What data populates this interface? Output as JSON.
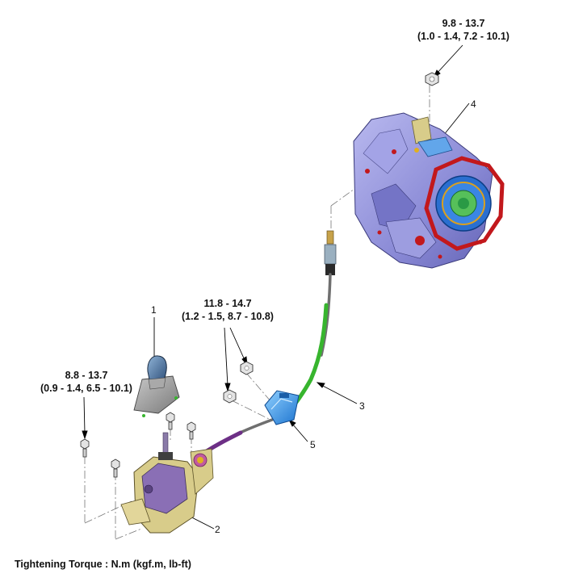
{
  "torque_specs": [
    {
      "id": "top",
      "value": "9.8 - 13.7",
      "alt": "(1.0 - 1.4, 7.2 - 10.1)"
    },
    {
      "id": "middle",
      "value": "11.8 - 14.7",
      "alt": "(1.2 - 1.5, 8.7 - 10.8)"
    },
    {
      "id": "left",
      "value": "8.8 - 13.7",
      "alt": "(0.9 - 1.4, 6.5 - 10.1)"
    }
  ],
  "callouts": [
    "1",
    "2",
    "3",
    "4",
    "5"
  ],
  "footer": "Tightening Torque : N.m (kgf.m, lb-ft)",
  "colors": {
    "transaxle_body": "#8f8fd8",
    "housing_flange": "#c2181c",
    "torque_converter": "#2a6fd0",
    "shift_cable": "#37b52e",
    "cable_sleeve": "#6d2f86",
    "cable_bracket": "#3a8ee0",
    "lever_knob": "#5a7fa8",
    "lever_base": "#d8cc8a"
  }
}
